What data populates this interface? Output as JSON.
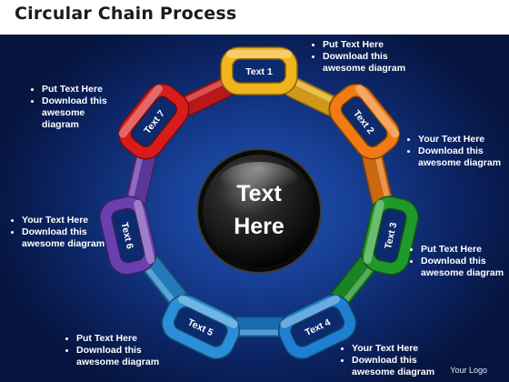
{
  "header": {
    "title": "Circular Chain Process"
  },
  "center": {
    "line1": "Text",
    "line2": "Here"
  },
  "links": [
    {
      "label": "Text 1",
      "color": "#f2b41c"
    },
    {
      "label": "Text 2",
      "color": "#f07a14"
    },
    {
      "label": "Text 3",
      "color": "#1f9a2a"
    },
    {
      "label": "Text 4",
      "color": "#1f7fd0"
    },
    {
      "label": "Text 5",
      "color": "#2a8fd6"
    },
    {
      "label": "Text 6",
      "color": "#6a3fb0"
    },
    {
      "label": "Text 7",
      "color": "#d81c1c"
    }
  ],
  "notes": [
    {
      "id": "top-right",
      "items": [
        "Put Text Here",
        "Download this awesome diagram"
      ]
    },
    {
      "id": "top-left",
      "items": [
        "Put Text Here",
        "Download this awesome diagram"
      ]
    },
    {
      "id": "right-upper",
      "items": [
        "Your Text Here",
        "Download this awesome diagram"
      ]
    },
    {
      "id": "left-middle",
      "items": [
        "Your Text Here",
        "Download this awesome diagram"
      ]
    },
    {
      "id": "right-lower",
      "items": [
        "Put Text Here",
        "Download this awesome diagram"
      ]
    },
    {
      "id": "bottom-left",
      "items": [
        "Put Text Here",
        "Download this awesome diagram"
      ]
    },
    {
      "id": "bottom-right",
      "items": [
        "Your Text Here",
        "Download this awesome diagram"
      ]
    }
  ],
  "footer": {
    "logo": "Your Logo"
  }
}
